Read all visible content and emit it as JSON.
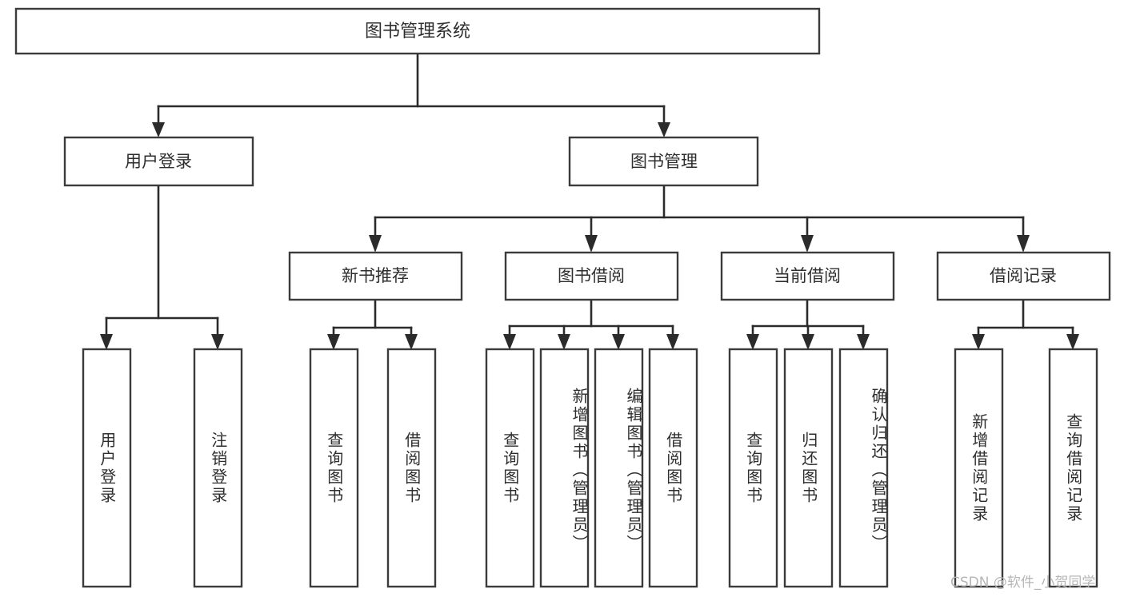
{
  "diagram": {
    "title": "图书管理系统",
    "type": "tree-hierarchy-diagram",
    "colors": {
      "box_stroke": "#3b3b3b",
      "box_fill": "#ffffff",
      "connector": "#2b2b2b",
      "text": "#2e2e2e",
      "watermark": "#b6b6b6",
      "background": "#ffffff"
    },
    "root": {
      "label": "图书管理系统"
    },
    "level2": [
      {
        "label": "用户登录"
      },
      {
        "label": "图书管理"
      }
    ],
    "level3": [
      {
        "label": "新书推荐"
      },
      {
        "label": "图书借阅"
      },
      {
        "label": "当前借阅"
      },
      {
        "label": "借阅记录"
      }
    ],
    "leaves": {
      "user_login": [
        {
          "label": "用户登录"
        },
        {
          "label": "注销登录"
        }
      ],
      "new_book_recommend": [
        {
          "label": "查询图书"
        },
        {
          "label": "借阅图书"
        }
      ],
      "book_borrow": [
        {
          "label": "查询图书"
        },
        {
          "label": "新增图书（管理员）"
        },
        {
          "label": "编辑图书（管理员）"
        },
        {
          "label": "借阅图书"
        }
      ],
      "current_borrow": [
        {
          "label": "查询图书"
        },
        {
          "label": "归还图书"
        },
        {
          "label": "确认归还（管理员）"
        }
      ],
      "borrow_record": [
        {
          "label": "新增借阅记录"
        },
        {
          "label": "查询借阅记录"
        }
      ]
    }
  },
  "watermark": {
    "text": "CSDN @软件_小贺同学"
  }
}
